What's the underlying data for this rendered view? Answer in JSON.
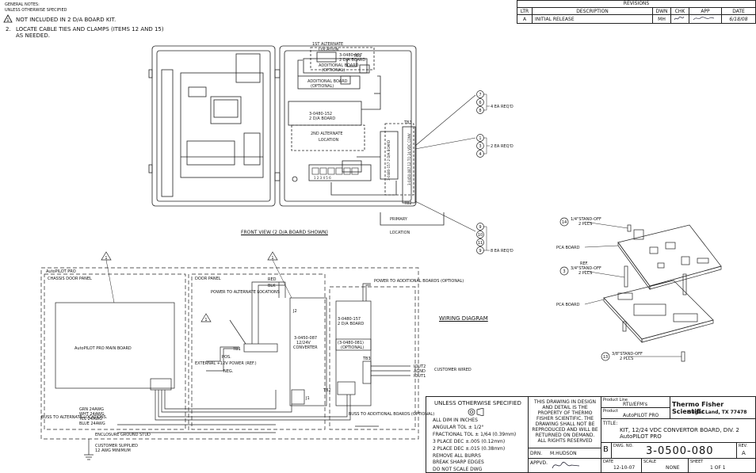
{
  "general_notes": {
    "title": "GENERAL NOTES:",
    "subtitle": "UNLESS OTHERWISE SPECIFIED",
    "note1": "NOT INCLUDED IN 2 D/A BOARD KIT.",
    "note2_num": "2.",
    "note2_line1": "LOCATE CABLE TIES AND CLAMPS (ITEMS 12 AND 15)",
    "note2_line2": "AS NEEDED."
  },
  "revisions": {
    "title": "REVISIONS",
    "headers": [
      "LTR",
      "DESCRIPTION",
      "DWN",
      "CHK",
      "APP",
      "DATE"
    ],
    "row": [
      "A",
      "INITIAL RELEASE",
      "MH",
      "",
      "",
      "6/18/08"
    ]
  },
  "front_view": {
    "caption": "FRONT VIEW (2 D/A BOARD SHOWN)",
    "alt1_label_1": "1ST ALTERNATE",
    "alt1_label_2": "LOCATION",
    "board_157_a": "3-0480-157",
    "board_157_b": "2 D/A BOARD",
    "additional_board": "ADDITIONAL BOARD",
    "optional": "(OPTIONAL)",
    "board_152": "3-0480-152",
    "board_152_b": "2 D/A BOARD",
    "alt2_label_1": "2ND ALTERNATE",
    "alt2_label_2": "LOCATION",
    "primary_1": "PRIMARY",
    "primary_2": "LOCATION",
    "conv_board": "3-0480-157 2 D/A BOARD",
    "conv_1224": "3-0450-087 12 TO 24 VDC CONV",
    "terminals": "1 2 3 4 5 6",
    "tb1": "TB1",
    "tb2": "TB2",
    "tb3": "TB3"
  },
  "balloons_upper": {
    "items": [
      "7",
      "6",
      "8"
    ],
    "label": "4 EA REQ'D"
  },
  "balloons_mid": {
    "items": [
      "1",
      "3",
      "4"
    ],
    "label": "2 EA REQ'D"
  },
  "balloons_lower": {
    "items": [
      "9",
      "10",
      "11",
      "9"
    ],
    "label": "8 EA REQ'D"
  },
  "exploded": {
    "standoff_14_num": "14",
    "standoff_14": "1/4\"STAND-OFF",
    "standoff_14_plcs": "2 PLCS",
    "pca_board_1": "PCA BOARD",
    "ref": "REF.",
    "standoff_3_num": "3",
    "standoff_3": "3/4\"STAND-OFF",
    "standoff_3_plcs": "2 PLCS",
    "pca_board_2": "PCA BOARD",
    "standoff_13_num": "13",
    "standoff_13": "3/8\"STAND-OFF",
    "standoff_13_plcs": "2 PLCS"
  },
  "wiring": {
    "title": "WIRING DIAGRAM",
    "autopilot_pro": "AutoPILOT PRO",
    "chassis_door_panel": "CHASSIS DOOR PANEL",
    "door_panel": "DOOR PANEL",
    "main_board": "AutoPILOT PRO MAIN BOARD",
    "power_to_alt": "POWER TO ALTERNATE LOCATIONS",
    "tb1": "TB1",
    "tb2": "TB2",
    "tb3": "TB3",
    "external_power": "EXTERNAL +12V POWER (REF.)",
    "pos": "POS.",
    "neg": "NEG.",
    "red": "RED",
    "blk": "BLK",
    "converter_1": "3-0450-087",
    "converter_2": "12/24V",
    "converter_3": "CONVERTER",
    "da_1": "3-0480-157",
    "da_2": "2 D/A BOARD",
    "da_3": "(3-0480-081)",
    "da_4": "(OPTIONAL)",
    "power_to_additional": "POWER TO ADDITIONAL BOARDS (OPTIONAL)",
    "iout2": "IOUT2",
    "agnd": "AGND",
    "iout1": "IOUT1",
    "customer_wired": "CUSTOMER WIRED",
    "wires": [
      "GRN 24AWG",
      "WHT 24AWG",
      "YEL 24AWG",
      "BLUE 24AWG"
    ],
    "buss_to_alt": "BUSS TO ALTERNATE LOCATIONS.",
    "buss_to_additional": "BUSS TO ADDITIONAL BOARDS (OPTIONAL)",
    "enclosure_ground": "ENCLOSURE GROUND STUD",
    "customer_supplied_1": "CUSTOMER SUPPLIED",
    "customer_supplied_2": "12 AWG MINIMUM",
    "j1": "J1",
    "j2": "J2"
  },
  "tolerances": {
    "title": "UNLESS OTHERWISE SPECIFIED",
    "dims": "ALL DIM IN INCHES",
    "angular": "ANGULAR TOL ± 1/2°",
    "fractional": "FRACTIONAL TOL ± 1/64 (0.39mm)",
    "three_place": "3 PLACE DEC   ±.005 (0.12mm)",
    "two_place": "2 PLACE DEC   ±.015 (0.38mm)",
    "burrs": "REMOVE ALL BURRS",
    "edges": "BREAK SHARP EDGES",
    "no_scale": "DO NOT SCALE DWG"
  },
  "proprietary": "THIS DRAWING IN DESIGN AND DETAIL IS THE PROPERTY OF THERMO FISHER SCIENTIFIC. THE DRAWING SHALL NOT BE REPRODUCED AND WILL BE RETURNED ON DEMAND. ALL RIGHTS RESERVED",
  "title_block": {
    "drn_label": "DRN.",
    "drn_name": "M.HUDSON",
    "appvd_label": "APPVD.",
    "product_line_label": "Product Line",
    "product_line": "RTU/EFM's",
    "product_label": "Product",
    "product": "AutoPILOT PRO",
    "company": "Thermo Fisher Scientific",
    "location": "Sugar Land, TX 77478",
    "title_label": "TITLE:",
    "title_line1": "KIT, 12/24 VDC CONVERTOR BOARD, DIV. 2",
    "title_line2": "AutoPILOT PRO",
    "size": "B",
    "dwg_no_label": "DWG. NO.",
    "dwg_no": "3-0500-080",
    "rev_label": "REV.",
    "rev": "A",
    "date_label": "DATE",
    "date": "12-10-07",
    "scale_label": "SCALE",
    "scale": "NONE",
    "sheet_label": "SHEET",
    "sheet": "1  OF  1"
  }
}
